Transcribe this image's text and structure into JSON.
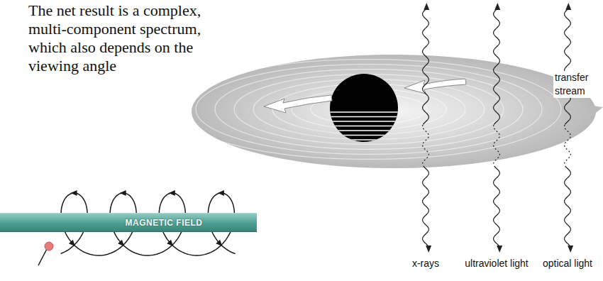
{
  "diagram": {
    "nodes": [
      {
        "text": [
          "MAGNETIC FIELD"
        ]
      }
    ],
    "labels": [
      "The net result is a complex, multi-component spectrum, which also depends on the viewing angle",
      "transfer stream",
      "x-rays",
      "ultraviolet light",
      "optical light"
    ]
  }
}
